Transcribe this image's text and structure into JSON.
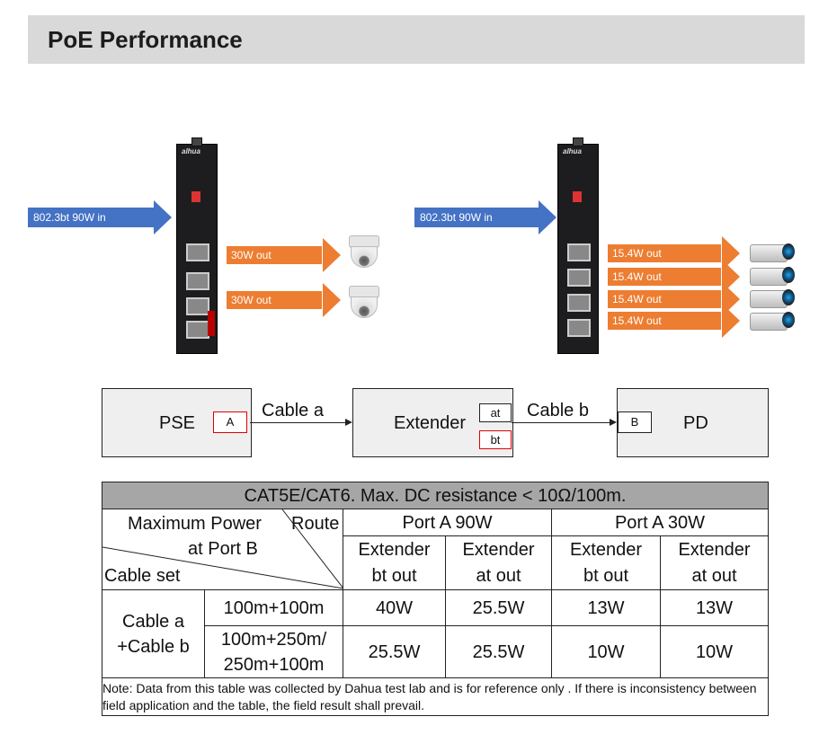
{
  "page": {
    "title": "PoE Performance"
  },
  "device": {
    "brand": "alhua"
  },
  "left_setup": {
    "input_label": "802.3bt  90W in",
    "outputs": [
      "30W out",
      "30W out"
    ],
    "camera_type": "dome-camera"
  },
  "right_setup": {
    "input_label": "802.3bt  90W in",
    "outputs": [
      "15.4W out",
      "15.4W out",
      "15.4W out",
      "15.4W out"
    ],
    "camera_type": "bullet-camera"
  },
  "topology": {
    "pse": {
      "label": "PSE",
      "port": "A"
    },
    "cable_a": "Cable a",
    "extender": {
      "label": "Extender",
      "mode_at": "at",
      "mode_bt": "bt"
    },
    "cable_b": "Cable b",
    "pd": {
      "label": "PD",
      "port": "B"
    }
  },
  "table": {
    "caption": "CAT5E/CAT6. Max. DC resistance < 10Ω/100m.",
    "corner": {
      "power_line1": "Maximum Power",
      "route": "Route",
      "power_line2": "at Port B",
      "cable_set": "Cable set"
    },
    "groups": [
      "Port A 90W",
      "Port A 30W"
    ],
    "subcols": [
      [
        "Extender",
        "bt out"
      ],
      [
        "Extender",
        "at out"
      ],
      [
        "Extender",
        "bt out"
      ],
      [
        "Extender",
        "at out"
      ]
    ],
    "row_group": [
      "Cable a",
      "+Cable b"
    ],
    "rows": [
      {
        "route": [
          "100m+100m"
        ],
        "values": [
          "40W",
          "25.5W",
          "13W",
          "13W"
        ]
      },
      {
        "route": [
          "100m+250m/",
          "250m+100m"
        ],
        "values": [
          "25.5W",
          "25.5W",
          "10W",
          "10W"
        ]
      }
    ],
    "note": "Note: Data from this table was collected by Dahua test lab and is for reference only . If there is inconsistency between field application and the table, the field result shall prevail."
  },
  "colors": {
    "input_arrow": "#4472c4",
    "output_arrow": "#ed7d31",
    "title_bar": "#d9d9d9",
    "table_header": "#a6a6a6",
    "port_box_red": "#e00000"
  }
}
